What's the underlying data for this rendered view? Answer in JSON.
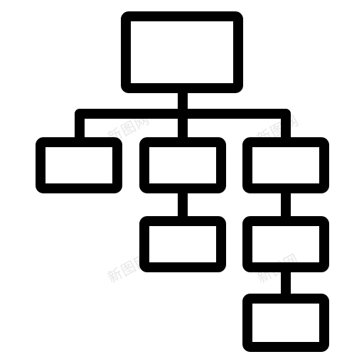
{
  "icon": {
    "name": "org-chart-icon",
    "stroke_color": "#000000",
    "background": "#ffffff"
  },
  "watermarks": [
    "新图网",
    "新图网",
    "新图网",
    "新图网"
  ],
  "watermark_color": "#e6e6e6"
}
